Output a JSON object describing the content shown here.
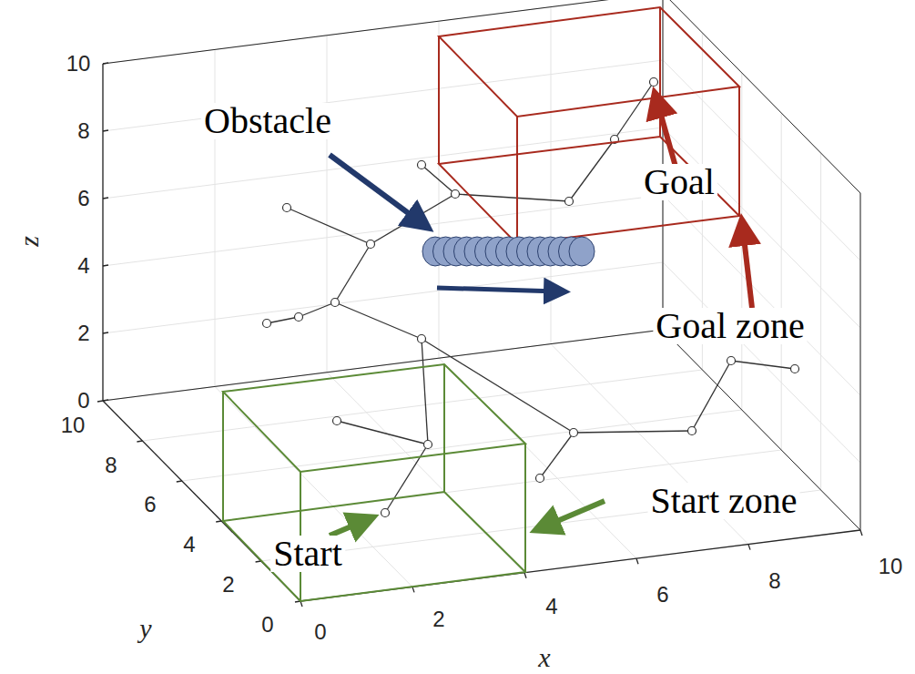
{
  "diagram": {
    "labels": [
      "Obstacle",
      "Goal",
      "Goal zone",
      "Start",
      "Start zone",
      "0",
      "2",
      "4",
      "6",
      "8",
      "10",
      "0",
      "2",
      "4",
      "6",
      "8",
      "10",
      "0",
      "2",
      "4",
      "6",
      "8",
      "10",
      "z",
      "y",
      "x"
    ]
  }
}
